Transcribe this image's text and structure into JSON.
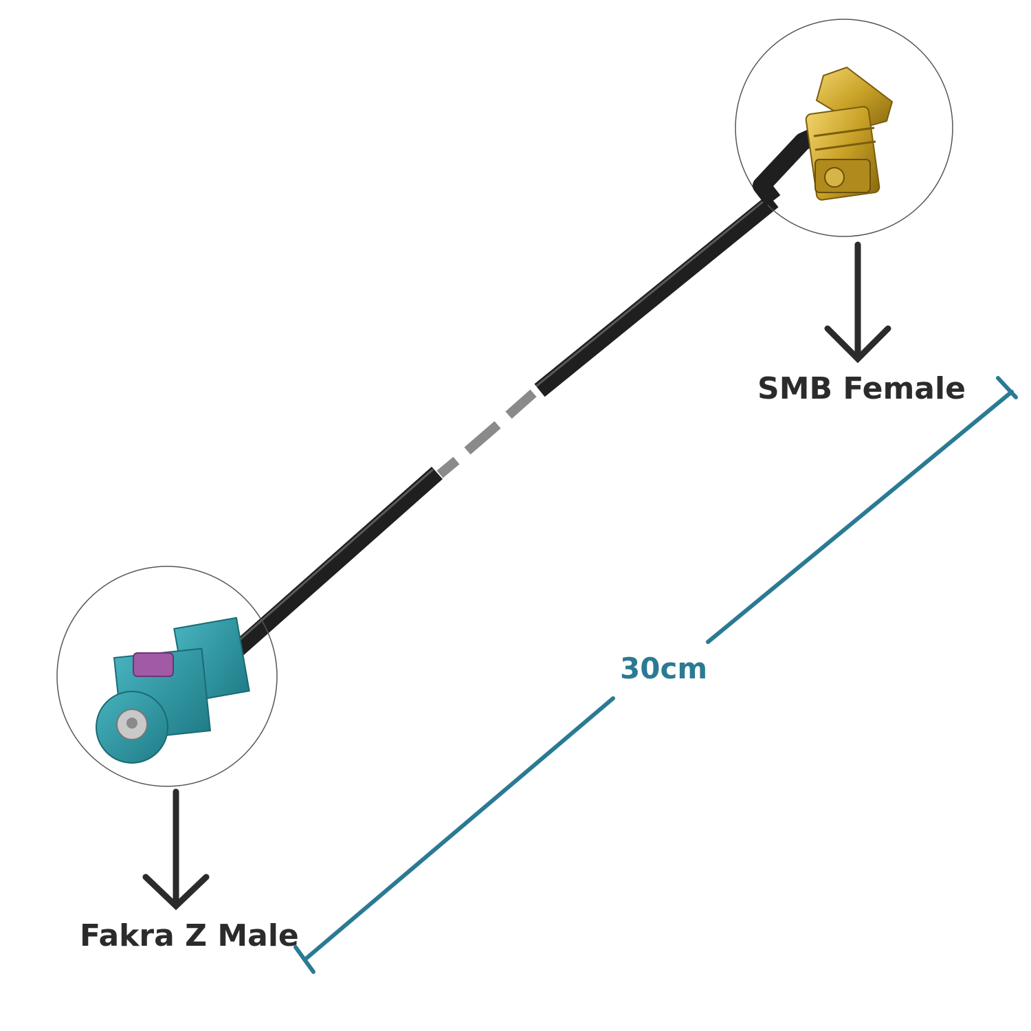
{
  "labels": {
    "connector_right": "SMB Female",
    "connector_left": "Fakra Z Male",
    "length": "30cm"
  },
  "colors": {
    "background": "#ffffff",
    "cable": "#1f1f1f",
    "cable_dashed_gap": "#8a8a8a",
    "dimension_line": "#2a7a94",
    "arrow": "#2b2b2b",
    "fakra_body": "#2e97a3",
    "fakra_key": "#a05aa6",
    "smb_gold": "#c9a227",
    "callout_circle": "#555555"
  },
  "icons": {
    "arrow_down_right": "arrow-down-icon",
    "arrow_down_left": "arrow-down-icon"
  }
}
